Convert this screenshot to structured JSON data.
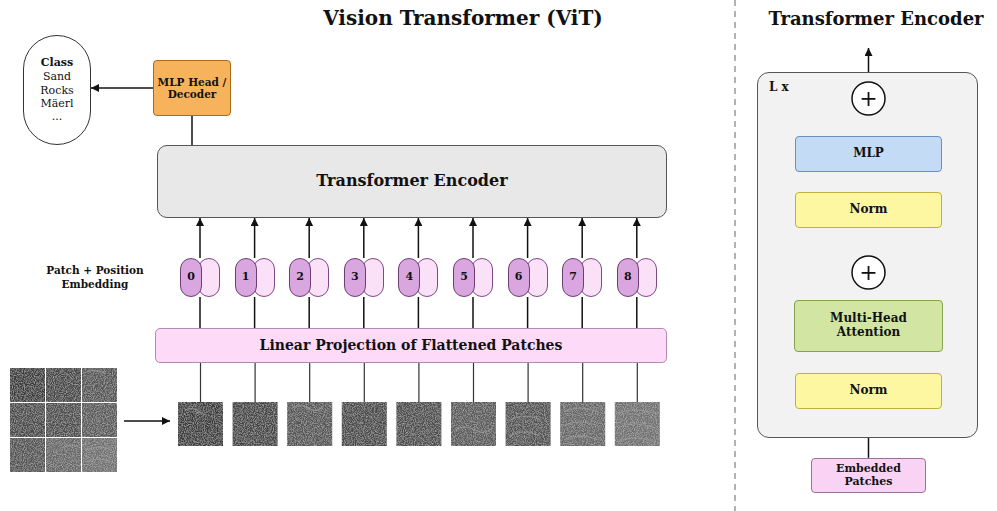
{
  "diagram": {
    "title": "Vision Transformer (ViT)",
    "nodes": [
      {
        "text": [
          "Class",
          "Sand Rocks Mäerl ..."
        ]
      },
      {
        "text": [
          "MLP Head / Decoder"
        ]
      },
      {
        "text": [
          "Transformer Encoder"
        ]
      },
      {
        "text": [
          "0"
        ]
      },
      {
        "text": [
          "1"
        ]
      },
      {
        "text": [
          "2"
        ]
      },
      {
        "text": [
          "3"
        ]
      },
      {
        "text": [
          "4"
        ]
      },
      {
        "text": [
          "5"
        ]
      },
      {
        "text": [
          "6"
        ]
      },
      {
        "text": [
          "7"
        ]
      },
      {
        "text": [
          "8"
        ]
      },
      {
        "text": [
          "Linear Projection of Flattened Patches"
        ]
      },
      {
        "text": [
          "L x"
        ]
      },
      {
        "text": [
          "+"
        ],
        "in": 13
      },
      {
        "text": [
          "MLP"
        ],
        "in": 13
      },
      {
        "text": [
          "Norm"
        ],
        "in": 13
      },
      {
        "text": [
          "+"
        ],
        "in": 13
      },
      {
        "text": [
          "Multi-Head Attention"
        ],
        "in": 13
      },
      {
        "text": [
          "Norm"
        ],
        "in": 13
      },
      {
        "text": [
          "Embedded Patches"
        ]
      }
    ],
    "edges": [
      {
        "from": 1,
        "to": 0,
        "arrow": "to"
      },
      {
        "from": 2,
        "to": 1,
        "arrow": "none"
      },
      {
        "from": 12,
        "to": 3,
        "arrow": "none"
      },
      {
        "from": 12,
        "to": 4,
        "arrow": "none"
      },
      {
        "from": 12,
        "to": 5,
        "arrow": "none"
      },
      {
        "from": 12,
        "to": 6,
        "arrow": "none"
      },
      {
        "from": 12,
        "to": 7,
        "arrow": "none"
      },
      {
        "from": 12,
        "to": 8,
        "arrow": "none"
      },
      {
        "from": 12,
        "to": 9,
        "arrow": "none"
      },
      {
        "from": 12,
        "to": 10,
        "arrow": "none"
      },
      {
        "from": 12,
        "to": 11,
        "arrow": "none"
      },
      {
        "from": 3,
        "to": 2,
        "arrow": "to"
      },
      {
        "from": 4,
        "to": 2,
        "arrow": "to"
      },
      {
        "from": 5,
        "to": 2,
        "arrow": "to"
      },
      {
        "from": 6,
        "to": 2,
        "arrow": "to"
      },
      {
        "from": 7,
        "to": 2,
        "arrow": "to"
      },
      {
        "from": 8,
        "to": 2,
        "arrow": "to"
      },
      {
        "from": 9,
        "to": 2,
        "arrow": "to"
      },
      {
        "from": 10,
        "to": 2,
        "arrow": "to"
      },
      {
        "from": 11,
        "to": 2,
        "arrow": "to"
      },
      {
        "from": 20,
        "to": 19,
        "arrow": "none"
      },
      {
        "from": 19,
        "to": 18,
        "arrow": "to"
      },
      {
        "from": 18,
        "to": 17,
        "arrow": "none"
      },
      {
        "from": 17,
        "to": 16,
        "arrow": "none"
      },
      {
        "from": 16,
        "to": 15,
        "arrow": "none"
      },
      {
        "from": 15,
        "to": 14,
        "arrow": "none"
      }
    ],
    "labels": [
      "Transformer Encoder",
      "Patch + Position Embedding"
    ]
  }
}
